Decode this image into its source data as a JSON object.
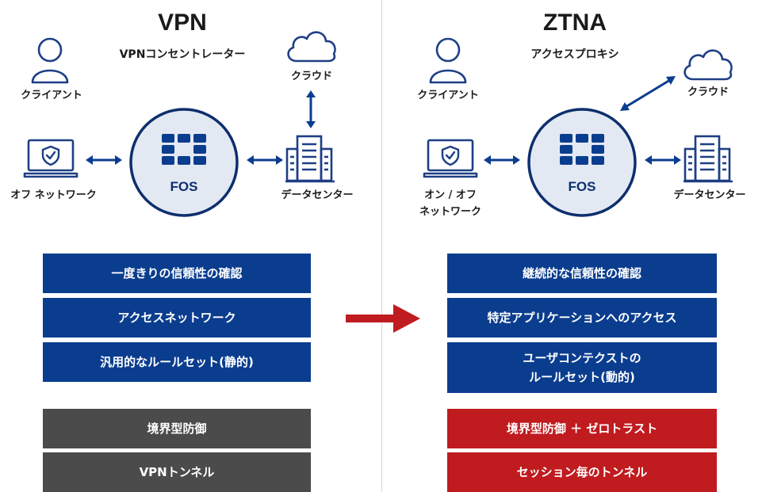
{
  "left": {
    "title": "VPN",
    "subtitle": "VPNコンセントレーター",
    "client_label": "クライアント",
    "cloud_label": "クラウド",
    "laptop_label": "オフ ネットワーク",
    "fos_label": "FOS",
    "datacenter_label": "データセンター",
    "boxes": [
      "一度きりの信頼性の確認",
      "アクセスネットワーク",
      "汎用的なルールセット(静的)"
    ],
    "gray_boxes": [
      "境界型防御",
      "VPNトンネル"
    ]
  },
  "right": {
    "title": "ZTNA",
    "subtitle": "アクセスプロキシ",
    "client_label": "クライアント",
    "cloud_label": "クラウド",
    "laptop_label_line1": "オン / オフ",
    "laptop_label_line2": "ネットワーク",
    "fos_label": "FOS",
    "datacenter_label": "データセンター",
    "boxes": [
      "継続的な信頼性の確認",
      "特定アプリケーションへのアクセス",
      "ユーザコンテクストの",
      "ルールセット(動的)"
    ],
    "red_boxes": [
      "境界型防御 ＋ ゼロトラスト",
      "セッション毎のトンネル"
    ]
  },
  "colors": {
    "navy": "#0b3d8f",
    "gray": "#4b4b4b",
    "red": "#c01b1f",
    "circle_fill": "#e3e9f3"
  },
  "icons": [
    "user-icon",
    "cloud-icon",
    "laptop-shield-icon",
    "fortigate-icon",
    "datacenter-icon",
    "double-arrow-icon",
    "transition-arrow-icon"
  ]
}
